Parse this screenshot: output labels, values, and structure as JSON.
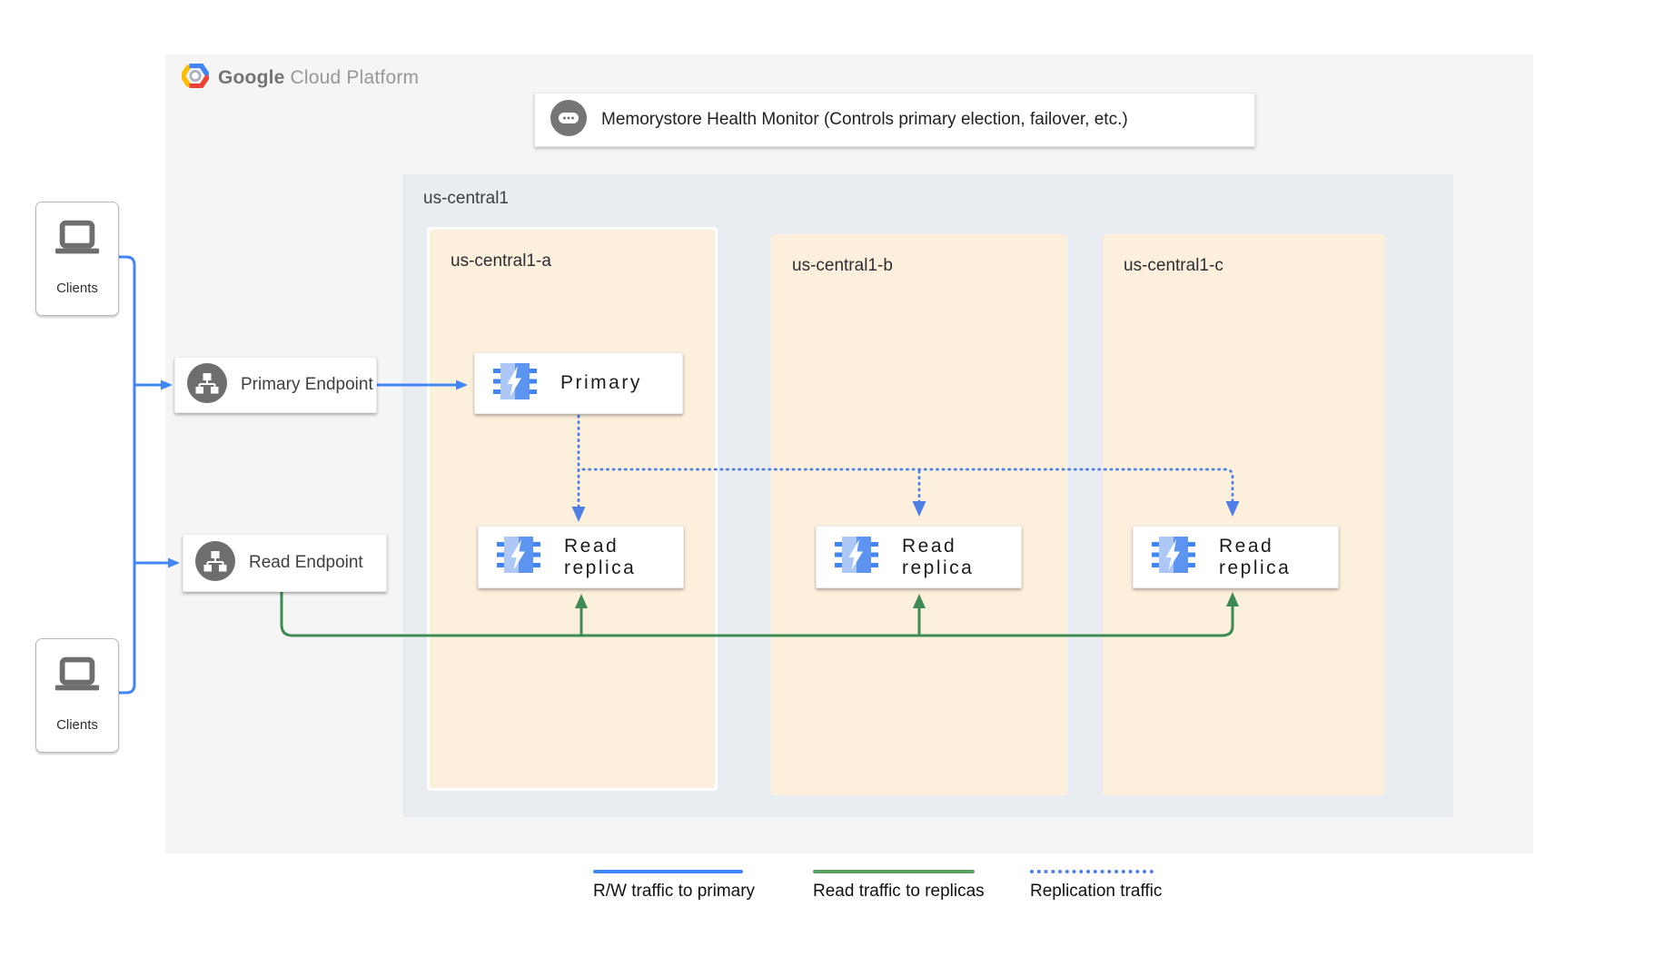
{
  "colors": {
    "accent_blue": "#4285f4",
    "replication_blue": "#4e7ee6",
    "traffic_green": "#3d8b51",
    "legend_green": "#56a361",
    "zone_fill": "#fcefdb",
    "region_fill": "#e9edf2",
    "panel_fill": "#f5f5f6",
    "icon_gray": "#6e6e6e"
  },
  "branding": {
    "google": "Google",
    "suffix": "Cloud Platform"
  },
  "health_monitor": {
    "label": "Memorystore Health Monitor (Controls primary election, failover, etc.)"
  },
  "region": {
    "label": "us-central1",
    "zones": [
      {
        "label": "us-central1-a"
      },
      {
        "label": "us-central1-b"
      },
      {
        "label": "us-central1-c"
      }
    ]
  },
  "endpoints": {
    "primary": {
      "label": "Primary Endpoint"
    },
    "read": {
      "label": "Read Endpoint"
    }
  },
  "nodes": {
    "primary": {
      "label": "Primary"
    },
    "replicas": [
      {
        "label": "Read replica"
      },
      {
        "label": "Read replica"
      },
      {
        "label": "Read replica"
      }
    ]
  },
  "clients": {
    "top": {
      "label": "Clients"
    },
    "bottom": {
      "label": "Clients"
    }
  },
  "legend": {
    "items": [
      {
        "label": "R/W traffic to primary",
        "style": "solid",
        "color": "#4285f4"
      },
      {
        "label": "Read traffic to replicas",
        "style": "solid",
        "color": "#56a361"
      },
      {
        "label": "Replication traffic",
        "style": "dotted",
        "color": "#4e7ee6"
      }
    ]
  }
}
